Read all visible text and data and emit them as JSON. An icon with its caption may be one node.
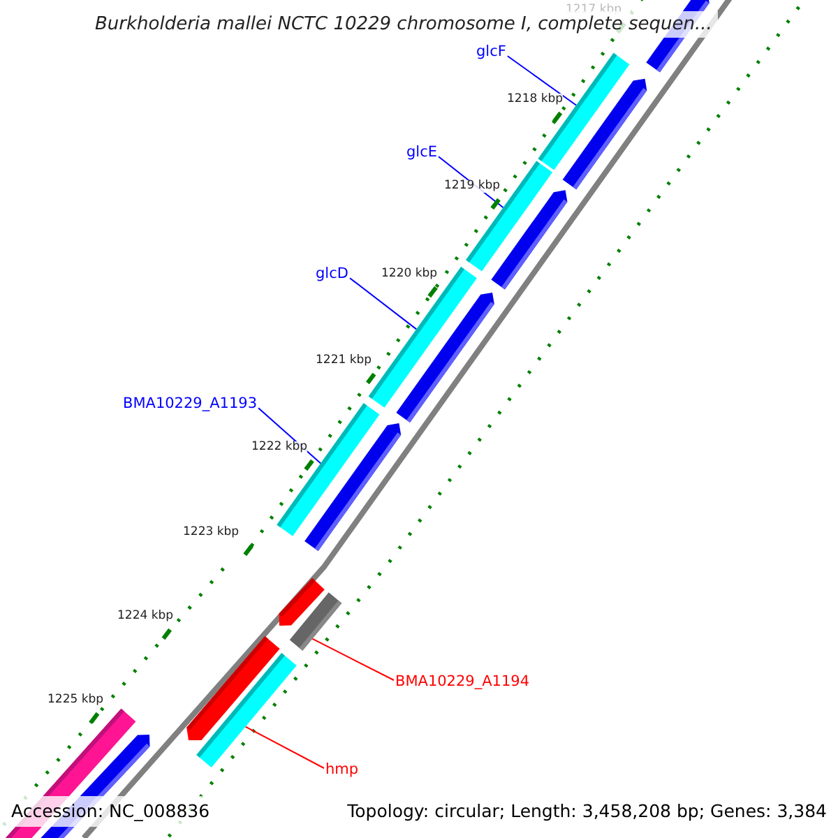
{
  "diagram": {
    "title": "Burkholderia mallei NCTC 10229 chromosome I, complete sequen...",
    "nodes": [
      {
        "text": [
          "glcF"
        ]
      },
      {
        "text": [],
        "shape": "bar"
      },
      {
        "text": [
          "glcE"
        ]
      },
      {
        "text": [],
        "shape": "bar"
      },
      {
        "text": [
          "glcD"
        ]
      },
      {
        "text": [],
        "shape": "bar"
      },
      {
        "text": [
          "BMA10229_A1193"
        ]
      },
      {
        "text": [],
        "shape": "bar"
      },
      {
        "text": [
          "BMA10229_A1194"
        ]
      },
      {
        "text": [],
        "shape": "bar"
      },
      {
        "text": [
          "hmp"
        ]
      },
      {
        "text": [],
        "shape": "bar"
      }
    ],
    "edges": [
      {
        "from": 0,
        "to": 1,
        "arrow": "none"
      },
      {
        "from": 2,
        "to": 3,
        "arrow": "none"
      },
      {
        "from": 4,
        "to": 5,
        "arrow": "none"
      },
      {
        "from": 6,
        "to": 7,
        "arrow": "none"
      },
      {
        "from": 8,
        "to": 9,
        "arrow": "none",
        "color": "#ff0000"
      },
      {
        "from": 10,
        "to": 11,
        "arrow": "none",
        "color": "#ff0000"
      }
    ],
    "labels": [
      "1217 kbp",
      "1218 kbp",
      "1219 kbp",
      "1220 kbp",
      "1221 kbp",
      "1222 kbp",
      "1223 kbp",
      "1224 kbp",
      "1225 kbp",
      "Accession: NC_008836",
      "Topology: circular; Length: 3,458,208 bp; Genes: 3,384"
    ]
  }
}
